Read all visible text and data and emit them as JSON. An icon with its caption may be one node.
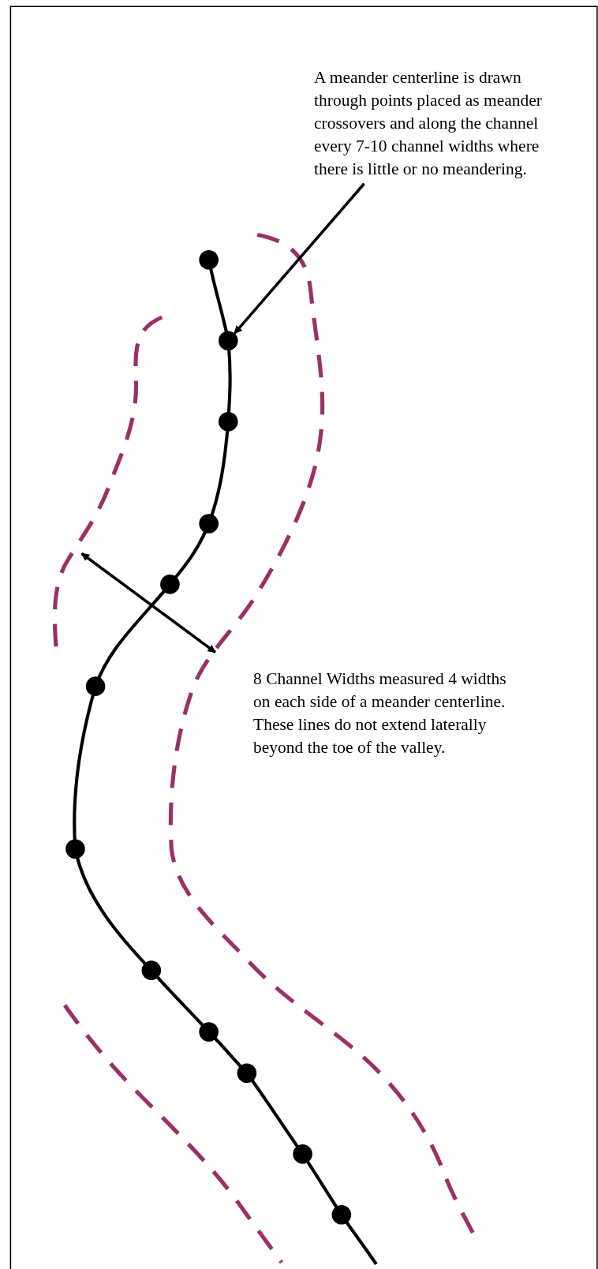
{
  "diagram": {
    "nodes": [
      {
        "text": [
          "A meander centerline is drawn through points placed as meander crossovers and along the channel every 7-10 channel widths where there is little or no meandering."
        ]
      },
      {
        "text": [],
        "shape": "circle"
      }
    ],
    "edges": [
      {
        "from": 0,
        "to": 1,
        "arrow": "to"
      }
    ],
    "labels": [
      "8 Channel Widths measured 4 widths on each side of a meander centerline.  These lines do not extend laterally beyond the toe of the valley."
    ]
  }
}
